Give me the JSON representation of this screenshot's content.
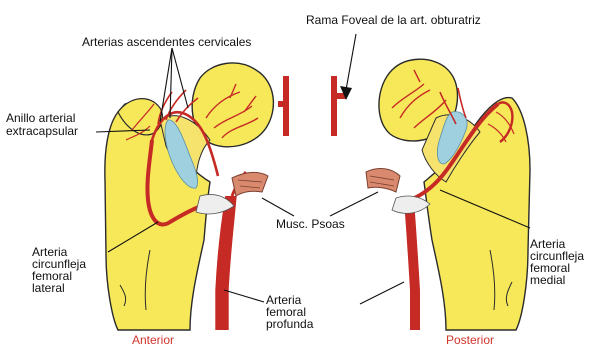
{
  "labels": {
    "fovea": "Rama Foveal de la art. obturatriz",
    "ascending": "Arterias ascendentes cervicales",
    "ring_1": "Anillo arterial",
    "ring_2": "extracapsular",
    "psoas": "Musc. Psoas",
    "lateral_1": "Arteria",
    "lateral_2": "circunfleja",
    "lateral_3": "femoral",
    "lateral_4": "lateral",
    "profunda_1": "Arteria",
    "profunda_2": "femoral",
    "profunda_3": "profunda",
    "medial_1": "Arteria",
    "medial_2": "circunfleja",
    "medial_3": "femoral",
    "medial_4": "medial",
    "anterior": "Anterior",
    "posterior": "Posterior"
  },
  "colors": {
    "bone": "#f7e85a",
    "bone_outline": "#2b2b2b",
    "artery": "#c62a24",
    "capsule": "#9fd0e0",
    "psoas": "#d8896e",
    "view_label": "#d0342c"
  }
}
